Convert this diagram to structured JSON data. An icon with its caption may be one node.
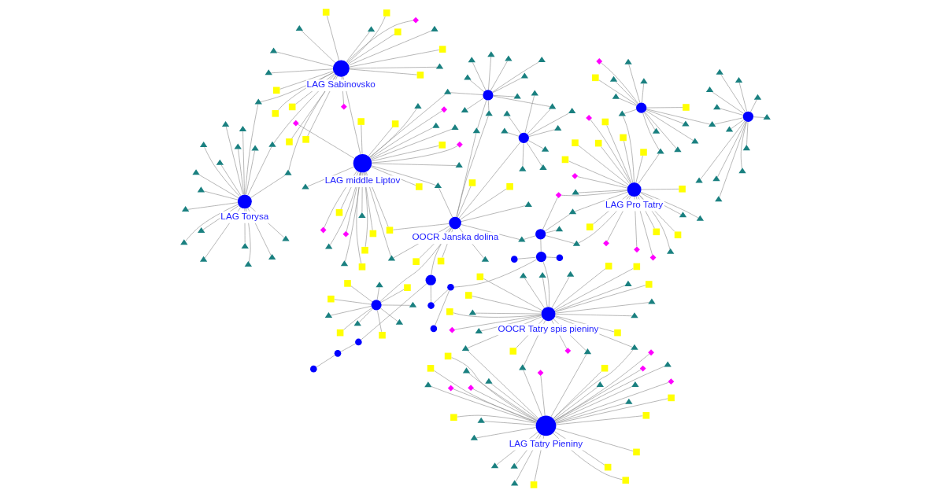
{
  "diagram": {
    "nodes": [
      {
        "text": [
          "LAG Tatry Pieniny"
        ]
      },
      {
        "text": [
          "OOCR Tatry spis pieniny"
        ]
      },
      {
        "text": [
          "LAG Sabinovsko"
        ]
      },
      {
        "text": [
          "LAG Torysa"
        ]
      },
      {
        "text": [
          "LAG middle Liptov"
        ]
      },
      {
        "text": [
          "OOCR Janska dolina"
        ]
      },
      {
        "text": [
          "LAG Pro Tatry"
        ]
      },
      {
        "text": [],
        "shape": "circle"
      },
      {
        "text": [],
        "shape": "circle"
      },
      {
        "text": [],
        "shape": "circle"
      },
      {
        "text": [],
        "shape": "circle"
      },
      {
        "text": [],
        "shape": "circle"
      },
      {
        "text": [],
        "shape": "circle"
      },
      {
        "text": [],
        "shape": "circle"
      },
      {
        "text": [],
        "shape": "circle"
      },
      {
        "text": [],
        "shape": "circle"
      },
      {
        "text": [],
        "shape": "circle"
      },
      {
        "text": [],
        "shape": "circle"
      },
      {
        "text": [],
        "shape": "circle"
      },
      {
        "text": [],
        "shape": "circle"
      },
      {
        "text": [],
        "shape": "circle"
      },
      {
        "text": [],
        "shape": "circle"
      },
      {
        "text": [],
        "shape": "circle"
      },
      {
        "text": [],
        "shape": "triangle"
      },
      {
        "text": [],
        "shape": "triangle"
      },
      {
        "text": [],
        "shape": "triangle"
      },
      {
        "text": [],
        "shape": "triangle"
      },
      {
        "text": [],
        "shape": "triangle"
      },
      {
        "text": [],
        "shape": "triangle"
      },
      {
        "text": [],
        "shape": "triangle"
      },
      {
        "text": [],
        "shape": "triangle"
      },
      {
        "text": [],
        "shape": "triangle"
      },
      {
        "text": [],
        "shape": "triangle"
      },
      {
        "text": [],
        "shape": "triangle"
      },
      {
        "text": [],
        "shape": "triangle"
      },
      {
        "text": [],
        "shape": "square"
      },
      {
        "text": [],
        "shape": "square"
      },
      {
        "text": [],
        "shape": "square"
      },
      {
        "text": [],
        "shape": "square"
      },
      {
        "text": [],
        "shape": "square"
      },
      {
        "text": [],
        "shape": "square"
      },
      {
        "text": [],
        "shape": "square"
      },
      {
        "text": [],
        "shape": "square"
      },
      {
        "text": [],
        "shape": "square"
      },
      {
        "text": [],
        "shape": "square"
      },
      {
        "text": [],
        "shape": "diamond"
      },
      {
        "text": [],
        "shape": "diamond"
      },
      {
        "text": [],
        "shape": "diamond"
      },
      {
        "text": [],
        "shape": "diamond"
      },
      {
        "text": [],
        "shape": "diamond"
      },
      {
        "text": [],
        "shape": "diamond"
      },
      {
        "text": [],
        "shape": "triangle"
      },
      {
        "text": [],
        "shape": "triangle"
      },
      {
        "text": [],
        "shape": "triangle"
      },
      {
        "text": [],
        "shape": "triangle"
      },
      {
        "text": [],
        "shape": "triangle"
      },
      {
        "text": [],
        "shape": "triangle"
      },
      {
        "text": [],
        "shape": "triangle"
      },
      {
        "text": [],
        "shape": "triangle"
      },
      {
        "text": [],
        "shape": "square"
      },
      {
        "text": [],
        "shape": "square"
      },
      {
        "text": [],
        "shape": "square"
      },
      {
        "text": [],
        "shape": "square"
      },
      {
        "text": [],
        "shape": "square"
      },
      {
        "text": [],
        "shape": "square"
      },
      {
        "text": [],
        "shape": "square"
      },
      {
        "text": [],
        "shape": "square"
      },
      {
        "text": [],
        "shape": "diamond"
      },
      {
        "text": [],
        "shape": "diamond"
      },
      {
        "text": [],
        "shape": "triangle"
      },
      {
        "text": [],
        "shape": "triangle"
      },
      {
        "text": [],
        "shape": "triangle"
      },
      {
        "text": [],
        "shape": "triangle"
      },
      {
        "text": [],
        "shape": "triangle"
      },
      {
        "text": [],
        "shape": "triangle"
      },
      {
        "text": [],
        "shape": "triangle"
      },
      {
        "text": [],
        "shape": "triangle"
      },
      {
        "text": [],
        "shape": "triangle"
      },
      {
        "text": [],
        "shape": "triangle"
      },
      {
        "text": [],
        "shape": "square"
      },
      {
        "text": [],
        "shape": "square"
      },
      {
        "text": [],
        "shape": "square"
      },
      {
        "text": [],
        "shape": "square"
      },
      {
        "text": [],
        "shape": "square"
      },
      {
        "text": [],
        "shape": "square"
      },
      {
        "text": [],
        "shape": "square"
      },
      {
        "text": [],
        "shape": "square"
      },
      {
        "text": [],
        "shape": "square"
      },
      {
        "text": [],
        "shape": "square"
      },
      {
        "text": [],
        "shape": "diamond"
      },
      {
        "text": [],
        "shape": "diamond"
      },
      {
        "text": [],
        "shape": "triangle"
      },
      {
        "text": [],
        "shape": "triangle"
      },
      {
        "text": [],
        "shape": "triangle"
      },
      {
        "text": [],
        "shape": "triangle"
      },
      {
        "text": [],
        "shape": "triangle"
      },
      {
        "text": [],
        "shape": "triangle"
      },
      {
        "text": [],
        "shape": "triangle"
      },
      {
        "text": [],
        "shape": "triangle"
      },
      {
        "text": [],
        "shape": "triangle"
      },
      {
        "text": [],
        "shape": "triangle"
      },
      {
        "text": [],
        "shape": "triangle"
      },
      {
        "text": [],
        "shape": "triangle"
      },
      {
        "text": [],
        "shape": "triangle"
      },
      {
        "text": [],
        "shape": "triangle"
      },
      {
        "text": [],
        "shape": "triangle"
      },
      {
        "text": [],
        "shape": "triangle"
      },
      {
        "text": [],
        "shape": "triangle"
      },
      {
        "text": [],
        "shape": "triangle"
      },
      {
        "text": [],
        "shape": "triangle"
      },
      {
        "text": [],
        "shape": "triangle"
      },
      {
        "text": [],
        "shape": "triangle"
      },
      {
        "text": [],
        "shape": "triangle"
      },
      {
        "text": [],
        "shape": "triangle"
      },
      {
        "text": [],
        "shape": "triangle"
      },
      {
        "text": [],
        "shape": "triangle"
      },
      {
        "text": [],
        "shape": "triangle"
      },
      {
        "text": [],
        "shape": "square"
      },
      {
        "text": [],
        "shape": "square"
      },
      {
        "text": [],
        "shape": "square"
      },
      {
        "text": [],
        "shape": "square"
      },
      {
        "text": [],
        "shape": "square"
      },
      {
        "text": [],
        "shape": "square"
      },
      {
        "text": [],
        "shape": "square"
      },
      {
        "text": [],
        "shape": "square"
      },
      {
        "text": [],
        "shape": "diamond"
      },
      {
        "text": [],
        "shape": "diamond"
      },
      {
        "text": [],
        "shape": "diamond"
      },
      {
        "text": [],
        "shape": "diamond"
      },
      {
        "text": [],
        "shape": "diamond"
      },
      {
        "text": [],
        "shape": "triangle"
      },
      {
        "text": [],
        "shape": "triangle"
      },
      {
        "text": [],
        "shape": "triangle"
      },
      {
        "text": [],
        "shape": "square"
      },
      {
        "text": [],
        "shape": "square"
      },
      {
        "text": [],
        "shape": "square"
      },
      {
        "text": [],
        "shape": "square"
      },
      {
        "text": [],
        "shape": "triangle"
      },
      {
        "text": [],
        "shape": "triangle"
      },
      {
        "text": [],
        "shape": "square"
      },
      {
        "text": [],
        "shape": "triangle"
      },
      {
        "text": [],
        "shape": "triangle"
      },
      {
        "text": [],
        "shape": "triangle"
      },
      {
        "text": [],
        "shape": "diamond"
      },
      {
        "text": [],
        "shape": "triangle"
      },
      {
        "text": [],
        "shape": "triangle"
      },
      {
        "text": [],
        "shape": "triangle"
      },
      {
        "text": [],
        "shape": "triangle"
      },
      {
        "text": [],
        "shape": "square"
      },
      {
        "text": [],
        "shape": "square"
      },
      {
        "text": [],
        "shape": "square"
      },
      {
        "text": [],
        "shape": "square"
      },
      {
        "text": [],
        "shape": "square"
      },
      {
        "text": [],
        "shape": "square"
      },
      {
        "text": [],
        "shape": "square"
      },
      {
        "text": [],
        "shape": "square"
      },
      {
        "text": [],
        "shape": "square"
      },
      {
        "text": [],
        "shape": "square"
      },
      {
        "text": [],
        "shape": "diamond"
      },
      {
        "text": [],
        "shape": "diamond"
      },
      {
        "text": [],
        "shape": "diamond"
      },
      {
        "text": [],
        "shape": "diamond"
      },
      {
        "text": [],
        "shape": "diamond"
      },
      {
        "text": [],
        "shape": "triangle"
      },
      {
        "text": [],
        "shape": "triangle"
      },
      {
        "text": [],
        "shape": "triangle"
      },
      {
        "text": [],
        "shape": "triangle"
      },
      {
        "text": [],
        "shape": "triangle"
      },
      {
        "text": [],
        "shape": "triangle"
      },
      {
        "text": [],
        "shape": "triangle"
      },
      {
        "text": [],
        "shape": "triangle"
      },
      {
        "text": [],
        "shape": "triangle"
      },
      {
        "text": [],
        "shape": "triangle"
      },
      {
        "text": [],
        "shape": "triangle"
      },
      {
        "text": [],
        "shape": "triangle"
      },
      {
        "text": [],
        "shape": "triangle"
      },
      {
        "text": [],
        "shape": "triangle"
      },
      {
        "text": [],
        "shape": "triangle"
      },
      {
        "text": [],
        "shape": "triangle"
      },
      {
        "text": [],
        "shape": "triangle"
      },
      {
        "text": [],
        "shape": "triangle"
      },
      {
        "text": [],
        "shape": "triangle"
      },
      {
        "text": [],
        "shape": "triangle"
      },
      {
        "text": [],
        "shape": "triangle"
      },
      {
        "text": [],
        "shape": "triangle"
      },
      {
        "text": [],
        "shape": "triangle"
      },
      {
        "text": [],
        "shape": "triangle"
      },
      {
        "text": [],
        "shape": "triangle"
      },
      {
        "text": [],
        "shape": "square"
      },
      {
        "text": [],
        "shape": "square"
      },
      {
        "text": [],
        "shape": "square"
      },
      {
        "text": [],
        "shape": "square"
      },
      {
        "text": [],
        "shape": "square"
      },
      {
        "text": [],
        "shape": "triangle"
      },
      {
        "text": [],
        "shape": "triangle"
      },
      {
        "text": [],
        "shape": "triangle"
      },
      {
        "text": [],
        "shape": "triangle"
      },
      {
        "text": [],
        "shape": "triangle"
      },
      {
        "text": [],
        "shape": "triangle"
      },
      {
        "text": [],
        "shape": "triangle"
      },
      {
        "text": [],
        "shape": "triangle"
      },
      {
        "text": [],
        "shape": "square"
      },
      {
        "text": [],
        "shape": "square"
      },
      {
        "text": [],
        "shape": "diamond"
      },
      {
        "text": [],
        "shape": "triangle"
      },
      {
        "text": [],
        "shape": "triangle"
      },
      {
        "text": [],
        "shape": "triangle"
      },
      {
        "text": [],
        "shape": "triangle"
      },
      {
        "text": [],
        "shape": "triangle"
      },
      {
        "text": [],
        "shape": "triangle"
      },
      {
        "text": [],
        "shape": "triangle"
      },
      {
        "text": [],
        "shape": "triangle"
      },
      {
        "text": [],
        "shape": "triangle"
      },
      {
        "text": [],
        "shape": "triangle"
      },
      {
        "text": [],
        "shape": "triangle"
      },
      {
        "text": [],
        "shape": "triangle"
      },
      {
        "text": [],
        "shape": "triangle"
      },
      {
        "text": [],
        "shape": "triangle"
      },
      {
        "text": [],
        "shape": "triangle"
      },
      {
        "text": [],
        "shape": "triangle"
      }
    ],
    "edges": [
      {
        "from": 1,
        "to": 7,
        "arrow": "none"
      },
      {
        "from": 7,
        "to": 15,
        "arrow": "none"
      },
      {
        "from": 7,
        "to": 16,
        "arrow": "none"
      },
      {
        "from": 7,
        "to": 17,
        "arrow": "none"
      },
      {
        "from": 17,
        "to": 18,
        "arrow": "none"
      },
      {
        "from": 7,
        "to": 8,
        "arrow": "none"
      },
      {
        "from": 17,
        "to": 19,
        "arrow": "none"
      },
      {
        "from": 19,
        "to": 9,
        "arrow": "none"
      },
      {
        "from": 9,
        "to": 20,
        "arrow": "none"
      },
      {
        "from": 20,
        "to": 21,
        "arrow": "none"
      },
      {
        "from": 21,
        "to": 22,
        "arrow": "none"
      },
      {
        "from": 9,
        "to": 5,
        "arrow": "none"
      },
      {
        "from": 8,
        "to": 140,
        "arrow": "none"
      },
      {
        "from": 140,
        "to": 5,
        "arrow": "none"
      },
      {
        "from": 8,
        "to": 144,
        "arrow": "none"
      },
      {
        "from": 8,
        "to": 141,
        "arrow": "none"
      },
      {
        "from": 8,
        "to": 142,
        "arrow": "none"
      },
      {
        "from": 8,
        "to": 143,
        "arrow": "none"
      },
      {
        "from": 141,
        "to": 6,
        "arrow": "none"
      },
      {
        "from": 142,
        "to": 6,
        "arrow": "none"
      },
      {
        "from": 143,
        "to": 6,
        "arrow": "none"
      },
      {
        "from": 4,
        "to": 2,
        "arrow": "none"
      },
      {
        "from": 5,
        "to": 12,
        "arrow": "none"
      },
      {
        "from": 11,
        "to": 172,
        "arrow": "none"
      },
      {
        "from": 172,
        "to": 10,
        "arrow": "none"
      },
      {
        "from": 10,
        "to": 173,
        "arrow": "none"
      },
      {
        "from": 173,
        "to": 4,
        "arrow": "none"
      },
      {
        "from": 5,
        "to": 174,
        "arrow": "none"
      },
      {
        "from": 174,
        "to": 10,
        "arrow": "none"
      },
      {
        "from": 5,
        "to": 175,
        "arrow": "none"
      },
      {
        "from": 175,
        "to": 10,
        "arrow": "none"
      },
      {
        "from": 5,
        "to": 11,
        "arrow": "none"
      },
      {
        "from": 6,
        "to": 205,
        "arrow": "none"
      },
      {
        "from": 205,
        "to": 13,
        "arrow": "none"
      },
      {
        "from": 6,
        "to": 206,
        "arrow": "none"
      },
      {
        "from": 206,
        "to": 13,
        "arrow": "none"
      },
      {
        "from": 13,
        "to": 207,
        "arrow": "none"
      },
      {
        "from": 207,
        "to": 14,
        "arrow": "none"
      },
      {
        "from": 0,
        "to": 69,
        "arrow": "none"
      },
      {
        "from": 0,
        "to": 70,
        "arrow": "none"
      },
      {
        "from": 0,
        "to": 71,
        "arrow": "none"
      },
      {
        "from": 0,
        "to": 72,
        "arrow": "none"
      },
      {
        "from": 1,
        "to": 69,
        "arrow": "none"
      },
      {
        "from": 1,
        "to": 70,
        "arrow": "none"
      },
      {
        "from": 1,
        "to": 71,
        "arrow": "none"
      },
      {
        "from": 1,
        "to": 72,
        "arrow": "none"
      },
      {
        "from": 2,
        "to": 91,
        "arrow": "none"
      },
      {
        "from": 2,
        "to": 92,
        "arrow": "none"
      },
      {
        "from": 2,
        "to": 93,
        "arrow": "none"
      },
      {
        "from": 3,
        "to": 91,
        "arrow": "none"
      },
      {
        "from": 3,
        "to": 92,
        "arrow": "none"
      },
      {
        "from": 3,
        "to": 93,
        "arrow": "none"
      },
      {
        "from": 4,
        "to": 131,
        "arrow": "none"
      },
      {
        "from": 4,
        "to": 132,
        "arrow": "none"
      },
      {
        "from": 4,
        "to": 133,
        "arrow": "none"
      },
      {
        "from": 5,
        "to": 131,
        "arrow": "none"
      },
      {
        "from": 5,
        "to": 132,
        "arrow": "none"
      },
      {
        "from": 5,
        "to": 133,
        "arrow": "none"
      },
      {
        "from": 0,
        "to": 23,
        "arrow": "none"
      },
      {
        "from": 0,
        "to": 24,
        "arrow": "none"
      },
      {
        "from": 0,
        "to": 25,
        "arrow": "none"
      },
      {
        "from": 0,
        "to": 26,
        "arrow": "none"
      },
      {
        "from": 0,
        "to": 27,
        "arrow": "none"
      },
      {
        "from": 0,
        "to": 28,
        "arrow": "none"
      },
      {
        "from": 0,
        "to": 29,
        "arrow": "none"
      },
      {
        "from": 0,
        "to": 30,
        "arrow": "none"
      },
      {
        "from": 0,
        "to": 31,
        "arrow": "none"
      },
      {
        "from": 0,
        "to": 32,
        "arrow": "none"
      },
      {
        "from": 0,
        "to": 33,
        "arrow": "none"
      },
      {
        "from": 0,
        "to": 34,
        "arrow": "none"
      },
      {
        "from": 0,
        "to": 35,
        "arrow": "none"
      },
      {
        "from": 0,
        "to": 36,
        "arrow": "none"
      },
      {
        "from": 0,
        "to": 37,
        "arrow": "none"
      },
      {
        "from": 0,
        "to": 38,
        "arrow": "none"
      },
      {
        "from": 0,
        "to": 39,
        "arrow": "none"
      },
      {
        "from": 0,
        "to": 40,
        "arrow": "none"
      },
      {
        "from": 0,
        "to": 41,
        "arrow": "none"
      },
      {
        "from": 0,
        "to": 42,
        "arrow": "none"
      },
      {
        "from": 0,
        "to": 43,
        "arrow": "none"
      },
      {
        "from": 0,
        "to": 44,
        "arrow": "none"
      },
      {
        "from": 0,
        "to": 45,
        "arrow": "none"
      },
      {
        "from": 0,
        "to": 46,
        "arrow": "none"
      },
      {
        "from": 0,
        "to": 47,
        "arrow": "none"
      },
      {
        "from": 0,
        "to": 48,
        "arrow": "none"
      },
      {
        "from": 0,
        "to": 49,
        "arrow": "none"
      },
      {
        "from": 0,
        "to": 50,
        "arrow": "none"
      },
      {
        "from": 1,
        "to": 51,
        "arrow": "none"
      },
      {
        "from": 1,
        "to": 52,
        "arrow": "none"
      },
      {
        "from": 1,
        "to": 53,
        "arrow": "none"
      },
      {
        "from": 1,
        "to": 54,
        "arrow": "none"
      },
      {
        "from": 1,
        "to": 55,
        "arrow": "none"
      },
      {
        "from": 1,
        "to": 56,
        "arrow": "none"
      },
      {
        "from": 1,
        "to": 57,
        "arrow": "none"
      },
      {
        "from": 1,
        "to": 58,
        "arrow": "none"
      },
      {
        "from": 1,
        "to": 59,
        "arrow": "none"
      },
      {
        "from": 1,
        "to": 60,
        "arrow": "none"
      },
      {
        "from": 1,
        "to": 61,
        "arrow": "none"
      },
      {
        "from": 1,
        "to": 62,
        "arrow": "none"
      },
      {
        "from": 1,
        "to": 63,
        "arrow": "none"
      },
      {
        "from": 1,
        "to": 64,
        "arrow": "none"
      },
      {
        "from": 1,
        "to": 65,
        "arrow": "none"
      },
      {
        "from": 1,
        "to": 66,
        "arrow": "none"
      },
      {
        "from": 1,
        "to": 67,
        "arrow": "none"
      },
      {
        "from": 1,
        "to": 68,
        "arrow": "none"
      },
      {
        "from": 2,
        "to": 73,
        "arrow": "none"
      },
      {
        "from": 2,
        "to": 74,
        "arrow": "none"
      },
      {
        "from": 2,
        "to": 75,
        "arrow": "none"
      },
      {
        "from": 2,
        "to": 76,
        "arrow": "none"
      },
      {
        "from": 2,
        "to": 77,
        "arrow": "none"
      },
      {
        "from": 2,
        "to": 78,
        "arrow": "none"
      },
      {
        "from": 2,
        "to": 79,
        "arrow": "none"
      },
      {
        "from": 2,
        "to": 80,
        "arrow": "none"
      },
      {
        "from": 2,
        "to": 81,
        "arrow": "none"
      },
      {
        "from": 2,
        "to": 82,
        "arrow": "none"
      },
      {
        "from": 2,
        "to": 83,
        "arrow": "none"
      },
      {
        "from": 2,
        "to": 84,
        "arrow": "none"
      },
      {
        "from": 2,
        "to": 85,
        "arrow": "none"
      },
      {
        "from": 2,
        "to": 86,
        "arrow": "none"
      },
      {
        "from": 2,
        "to": 87,
        "arrow": "none"
      },
      {
        "from": 2,
        "to": 88,
        "arrow": "none"
      },
      {
        "from": 2,
        "to": 89,
        "arrow": "none"
      },
      {
        "from": 2,
        "to": 90,
        "arrow": "none"
      },
      {
        "from": 3,
        "to": 94,
        "arrow": "none"
      },
      {
        "from": 3,
        "to": 95,
        "arrow": "none"
      },
      {
        "from": 3,
        "to": 96,
        "arrow": "none"
      },
      {
        "from": 3,
        "to": 97,
        "arrow": "none"
      },
      {
        "from": 3,
        "to": 98,
        "arrow": "none"
      },
      {
        "from": 3,
        "to": 99,
        "arrow": "none"
      },
      {
        "from": 3,
        "to": 100,
        "arrow": "none"
      },
      {
        "from": 3,
        "to": 101,
        "arrow": "none"
      },
      {
        "from": 3,
        "to": 102,
        "arrow": "none"
      },
      {
        "from": 3,
        "to": 103,
        "arrow": "none"
      },
      {
        "from": 3,
        "to": 104,
        "arrow": "none"
      },
      {
        "from": 3,
        "to": 105,
        "arrow": "none"
      },
      {
        "from": 3,
        "to": 106,
        "arrow": "none"
      },
      {
        "from": 3,
        "to": 107,
        "arrow": "none"
      },
      {
        "from": 3,
        "to": 108,
        "arrow": "none"
      },
      {
        "from": 3,
        "to": 109,
        "arrow": "none"
      },
      {
        "from": 4,
        "to": 110,
        "arrow": "none"
      },
      {
        "from": 4,
        "to": 111,
        "arrow": "none"
      },
      {
        "from": 4,
        "to": 112,
        "arrow": "none"
      },
      {
        "from": 4,
        "to": 113,
        "arrow": "none"
      },
      {
        "from": 4,
        "to": 114,
        "arrow": "none"
      },
      {
        "from": 4,
        "to": 115,
        "arrow": "none"
      },
      {
        "from": 4,
        "to": 116,
        "arrow": "none"
      },
      {
        "from": 4,
        "to": 117,
        "arrow": "none"
      },
      {
        "from": 4,
        "to": 118,
        "arrow": "none"
      },
      {
        "from": 4,
        "to": 119,
        "arrow": "none"
      },
      {
        "from": 4,
        "to": 120,
        "arrow": "none"
      },
      {
        "from": 4,
        "to": 121,
        "arrow": "none"
      },
      {
        "from": 4,
        "to": 122,
        "arrow": "none"
      },
      {
        "from": 4,
        "to": 123,
        "arrow": "none"
      },
      {
        "from": 4,
        "to": 124,
        "arrow": "none"
      },
      {
        "from": 4,
        "to": 125,
        "arrow": "none"
      },
      {
        "from": 4,
        "to": 126,
        "arrow": "none"
      },
      {
        "from": 4,
        "to": 127,
        "arrow": "none"
      },
      {
        "from": 4,
        "to": 128,
        "arrow": "none"
      },
      {
        "from": 4,
        "to": 129,
        "arrow": "none"
      },
      {
        "from": 4,
        "to": 130,
        "arrow": "none"
      },
      {
        "from": 5,
        "to": 134,
        "arrow": "none"
      },
      {
        "from": 5,
        "to": 135,
        "arrow": "none"
      },
      {
        "from": 5,
        "to": 136,
        "arrow": "none"
      },
      {
        "from": 5,
        "to": 137,
        "arrow": "none"
      },
      {
        "from": 5,
        "to": 138,
        "arrow": "none"
      },
      {
        "from": 5,
        "to": 139,
        "arrow": "none"
      },
      {
        "from": 6,
        "to": 145,
        "arrow": "none"
      },
      {
        "from": 6,
        "to": 146,
        "arrow": "none"
      },
      {
        "from": 6,
        "to": 147,
        "arrow": "none"
      },
      {
        "from": 6,
        "to": 148,
        "arrow": "none"
      },
      {
        "from": 6,
        "to": 149,
        "arrow": "none"
      },
      {
        "from": 6,
        "to": 150,
        "arrow": "none"
      },
      {
        "from": 6,
        "to": 151,
        "arrow": "none"
      },
      {
        "from": 6,
        "to": 152,
        "arrow": "none"
      },
      {
        "from": 6,
        "to": 153,
        "arrow": "none"
      },
      {
        "from": 6,
        "to": 154,
        "arrow": "none"
      },
      {
        "from": 6,
        "to": 155,
        "arrow": "none"
      },
      {
        "from": 6,
        "to": 156,
        "arrow": "none"
      },
      {
        "from": 6,
        "to": 157,
        "arrow": "none"
      },
      {
        "from": 6,
        "to": 158,
        "arrow": "none"
      },
      {
        "from": 6,
        "to": 159,
        "arrow": "none"
      },
      {
        "from": 6,
        "to": 160,
        "arrow": "none"
      },
      {
        "from": 6,
        "to": 161,
        "arrow": "none"
      },
      {
        "from": 6,
        "to": 162,
        "arrow": "none"
      },
      {
        "from": 6,
        "to": 163,
        "arrow": "none"
      },
      {
        "from": 10,
        "to": 164,
        "arrow": "none"
      },
      {
        "from": 10,
        "to": 165,
        "arrow": "none"
      },
      {
        "from": 10,
        "to": 166,
        "arrow": "none"
      },
      {
        "from": 10,
        "to": 167,
        "arrow": "none"
      },
      {
        "from": 10,
        "to": 168,
        "arrow": "none"
      },
      {
        "from": 10,
        "to": 169,
        "arrow": "none"
      },
      {
        "from": 10,
        "to": 170,
        "arrow": "none"
      },
      {
        "from": 10,
        "to": 171,
        "arrow": "none"
      },
      {
        "from": 11,
        "to": 176,
        "arrow": "none"
      },
      {
        "from": 11,
        "to": 177,
        "arrow": "none"
      },
      {
        "from": 11,
        "to": 178,
        "arrow": "none"
      },
      {
        "from": 11,
        "to": 179,
        "arrow": "none"
      },
      {
        "from": 11,
        "to": 180,
        "arrow": "none"
      },
      {
        "from": 11,
        "to": 181,
        "arrow": "none"
      },
      {
        "from": 11,
        "to": 182,
        "arrow": "none"
      },
      {
        "from": 11,
        "to": 183,
        "arrow": "none"
      },
      {
        "from": 12,
        "to": 184,
        "arrow": "none"
      },
      {
        "from": 12,
        "to": 185,
        "arrow": "none"
      },
      {
        "from": 12,
        "to": 186,
        "arrow": "none"
      },
      {
        "from": 12,
        "to": 187,
        "arrow": "none"
      },
      {
        "from": 12,
        "to": 188,
        "arrow": "none"
      },
      {
        "from": 12,
        "to": 189,
        "arrow": "none"
      },
      {
        "from": 12,
        "to": 190,
        "arrow": "none"
      },
      {
        "from": 12,
        "to": 191,
        "arrow": "none"
      },
      {
        "from": 12,
        "to": 192,
        "arrow": "none"
      },
      {
        "from": 12,
        "to": 193,
        "arrow": "none"
      },
      {
        "from": 13,
        "to": 194,
        "arrow": "none"
      },
      {
        "from": 13,
        "to": 195,
        "arrow": "none"
      },
      {
        "from": 13,
        "to": 196,
        "arrow": "none"
      },
      {
        "from": 13,
        "to": 197,
        "arrow": "none"
      },
      {
        "from": 13,
        "to": 198,
        "arrow": "none"
      },
      {
        "from": 13,
        "to": 199,
        "arrow": "none"
      },
      {
        "from": 13,
        "to": 200,
        "arrow": "none"
      },
      {
        "from": 13,
        "to": 201,
        "arrow": "none"
      },
      {
        "from": 13,
        "to": 202,
        "arrow": "none"
      },
      {
        "from": 13,
        "to": 203,
        "arrow": "none"
      },
      {
        "from": 13,
        "to": 204,
        "arrow": "none"
      },
      {
        "from": 14,
        "to": 208,
        "arrow": "none"
      },
      {
        "from": 14,
        "to": 209,
        "arrow": "none"
      },
      {
        "from": 14,
        "to": 210,
        "arrow": "none"
      },
      {
        "from": 14,
        "to": 211,
        "arrow": "none"
      },
      {
        "from": 14,
        "to": 212,
        "arrow": "none"
      },
      {
        "from": 14,
        "to": 213,
        "arrow": "none"
      },
      {
        "from": 14,
        "to": 214,
        "arrow": "none"
      },
      {
        "from": 14,
        "to": 215,
        "arrow": "none"
      },
      {
        "from": 14,
        "to": 216,
        "arrow": "none"
      },
      {
        "from": 14,
        "to": 217,
        "arrow": "none"
      },
      {
        "from": 14,
        "to": 218,
        "arrow": "none"
      },
      {
        "from": 14,
        "to": 219,
        "arrow": "none"
      }
    ]
  }
}
